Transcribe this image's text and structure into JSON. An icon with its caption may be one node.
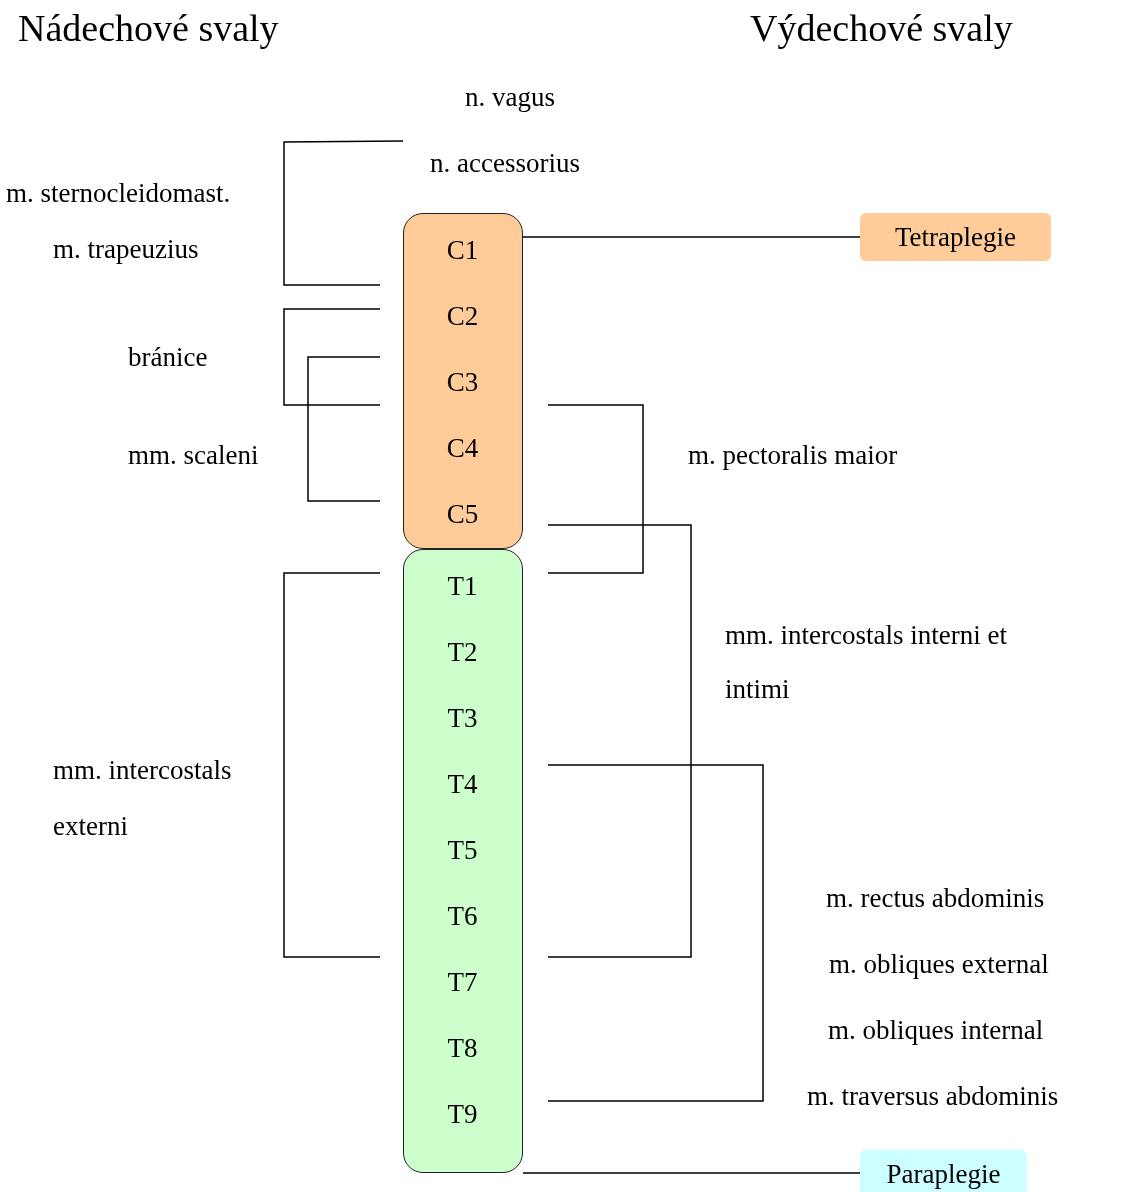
{
  "diagram": {
    "nodes": [
      {
        "text": [
          "C1",
          "C2",
          "C3",
          "C4",
          "C5"
        ]
      },
      {
        "text": [
          "Tetraplegie"
        ]
      },
      {
        "text": [
          "T1",
          "T2",
          "T3",
          "T4",
          "T5",
          "T6",
          "T7",
          "T8",
          "T9"
        ]
      },
      {
        "text": [
          "Paraplegie"
        ]
      }
    ],
    "edges": [
      {
        "from": 0,
        "to": 1,
        "arrow": "none"
      },
      {
        "from": 2,
        "to": 3,
        "arrow": "none"
      }
    ],
    "labels": [
      "Nádechové svaly",
      "Výdechové svaly",
      "n. vagus",
      "n. accessorius",
      "m. sternocleidomast.",
      "m. trapeuzius",
      "bránice",
      "mm. scaleni",
      "m. pectoralis maior",
      "mm. intercostals interni et intimi",
      "mm. intercostals externi",
      "m. rectus abdominis",
      "m. obliques external",
      "m. obliques internal",
      "m. traversus abdominis"
    ]
  }
}
